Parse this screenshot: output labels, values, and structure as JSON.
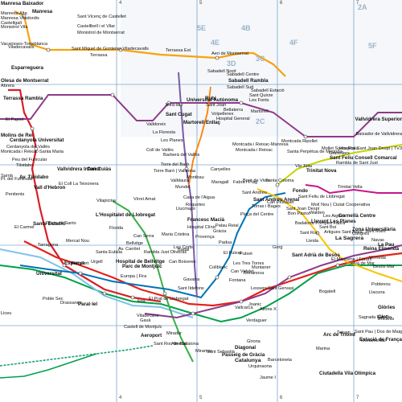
{
  "grid": {
    "columns": [
      "4",
      "5",
      "6",
      "7"
    ],
    "zones": [
      "5E",
      "4E",
      "3D",
      "4B",
      "3C",
      "4F",
      "5F",
      "2A",
      "2C"
    ]
  },
  "colors": {
    "r4": "#f7a30c",
    "r3": "#d91f26",
    "r1": "#7fc3e9",
    "r2": "#00a04a",
    "l1": "#e2231a",
    "l2": "#8e3b8a",
    "l3": "#3aae49",
    "l4": "#f9c300",
    "l5": "#0073b7",
    "fgc_l6": "#7c5ba6",
    "r12": "#c3d400",
    "magenta": "#c6168d",
    "s1": "#ff7f00",
    "grid_line": "#4b7fb6",
    "tram": "#1fa07a"
  },
  "stations": [
    {
      "name": "Manresa Baixador",
      "cls": "b"
    },
    {
      "name": "Manresa",
      "cls": "b"
    },
    {
      "name": "Manresa Alta",
      "cls": ""
    },
    {
      "name": "Sant Vicenç de Castellet",
      "cls": ""
    },
    {
      "name": "Manresa Viladordis",
      "cls": ""
    },
    {
      "name": "Castellbell i el Vilar",
      "cls": ""
    },
    {
      "name": "Castellgalí",
      "cls": ""
    },
    {
      "name": "Monistrol de Montserrat",
      "cls": ""
    },
    {
      "name": "Monistrol Vila",
      "cls": ""
    },
    {
      "name": "Vacarisses-Torreblanca",
      "cls": ""
    },
    {
      "name": "Viladecavalls",
      "cls": ""
    },
    {
      "name": "Sant Miquel de Gonteres Viladecavalls",
      "cls": ""
    },
    {
      "name": "Terrassa",
      "cls": ""
    },
    {
      "name": "Terrassa Est",
      "cls": ""
    },
    {
      "name": "Aeri de Montserrat",
      "cls": ""
    },
    {
      "name": "Esparreguera",
      "cls": "b"
    },
    {
      "name": "Olesa de Montserrat",
      "cls": "b"
    },
    {
      "name": "Abrera",
      "cls": ""
    },
    {
      "name": "Terrassa Rambla",
      "cls": "b"
    },
    {
      "name": "Sabadell Nord",
      "cls": ""
    },
    {
      "name": "Sabadell Centre",
      "cls": ""
    },
    {
      "name": "Sabadell Rambla",
      "cls": "b"
    },
    {
      "name": "Sabadell Sud",
      "cls": ""
    },
    {
      "name": "Sabadell Estació",
      "cls": ""
    },
    {
      "name": "Sant Quirze",
      "cls": ""
    },
    {
      "name": "Les Fonts",
      "cls": ""
    },
    {
      "name": "Rubí",
      "cls": "b"
    },
    {
      "name": "Universitat Autònoma",
      "cls": "b"
    },
    {
      "name": "Bellaterra",
      "cls": ""
    },
    {
      "name": "Sant Joan",
      "cls": ""
    },
    {
      "name": "Volpelleres",
      "cls": ""
    },
    {
      "name": "Hospital General",
      "cls": ""
    },
    {
      "name": "Mira-sol",
      "cls": ""
    },
    {
      "name": "Sant Cugat",
      "cls": "b"
    },
    {
      "name": "Valldoreix",
      "cls": ""
    },
    {
      "name": "La Floresta",
      "cls": ""
    },
    {
      "name": "Les Planes",
      "cls": ""
    },
    {
      "name": "Coll de Vallès",
      "cls": ""
    },
    {
      "name": "Barberà del Vallès",
      "cls": ""
    },
    {
      "name": "Martorell Enllaç",
      "cls": "b"
    },
    {
      "name": "Martorell",
      "cls": ""
    },
    {
      "name": "El Papiol",
      "cls": ""
    },
    {
      "name": "Molins de Rei",
      "cls": "b"
    },
    {
      "name": "Cerdanyola Universitat",
      "cls": "b"
    },
    {
      "name": "Cerdanyola del Vallès",
      "cls": ""
    },
    {
      "name": "Montcada i Reixac-Santa Maria",
      "cls": ""
    },
    {
      "name": "Montcada i Reixac-Manresa",
      "cls": ""
    },
    {
      "name": "Montcada i Reixac",
      "cls": ""
    },
    {
      "name": "Montcada Ripollet",
      "cls": ""
    },
    {
      "name": "Santa Perpètua de Mogoda",
      "cls": ""
    },
    {
      "name": "Mollet Santa Rosa",
      "cls": ""
    },
    {
      "name": "Granollers",
      "cls": ""
    },
    {
      "name": "Sant Feliu Consell Comarcal",
      "cls": "b"
    },
    {
      "name": "Rambla de Sant Just",
      "cls": ""
    },
    {
      "name": "Hospital Sant Joan Despí | TV3",
      "cls": ""
    },
    {
      "name": "Baixador de Vallvidrera",
      "cls": ""
    },
    {
      "name": "Vallvidrera Superior",
      "cls": "b"
    },
    {
      "name": "Peu del Funicular",
      "cls": ""
    },
    {
      "name": "Tibidabo",
      "cls": ""
    },
    {
      "name": "Vallvidrera Inferior",
      "cls": "b"
    },
    {
      "name": "Can Cuiàs",
      "cls": "b"
    },
    {
      "name": "Torre del Baró",
      "cls": ""
    },
    {
      "name": "Torre Baró | Vallbona",
      "cls": ""
    },
    {
      "name": "Montbau",
      "cls": ""
    },
    {
      "name": "Mundet",
      "cls": ""
    },
    {
      "name": "Valldaura",
      "cls": ""
    },
    {
      "name": "Canyelles",
      "cls": ""
    },
    {
      "name": "Casa de l'Aigua",
      "cls": ""
    },
    {
      "name": "Roquetes",
      "cls": ""
    },
    {
      "name": "Via Júlia",
      "cls": ""
    },
    {
      "name": "Trinitat Nova",
      "cls": "b"
    },
    {
      "name": "Trinitat Vella",
      "cls": ""
    },
    {
      "name": "Baró de Viver",
      "cls": ""
    },
    {
      "name": "Santa Coloma",
      "cls": ""
    },
    {
      "name": "Fondo",
      "cls": "b"
    },
    {
      "name": "Sant Feliu de Llobregat",
      "cls": ""
    },
    {
      "name": "Molí Nou | Ciutat Cooperativa",
      "cls": ""
    },
    {
      "name": "Sant Joan Despí",
      "cls": ""
    },
    {
      "name": "Walden",
      "cls": ""
    },
    {
      "name": "Les Aigües",
      "cls": ""
    },
    {
      "name": "Llevant Les Planes",
      "cls": "b"
    },
    {
      "name": "Sant Boi",
      "cls": ""
    },
    {
      "name": "Cornellà Centre",
      "cls": "b"
    },
    {
      "name": "Zona Universitària",
      "cls": "b"
    },
    {
      "name": "Reina Elisenda",
      "cls": "b"
    },
    {
      "name": "Sarrià",
      "cls": ""
    },
    {
      "name": "Pl. del Funicular",
      "cls": ""
    },
    {
      "name": "Av. Tibidabo",
      "cls": "b"
    },
    {
      "name": "Vall d'Hebron",
      "cls": "b"
    },
    {
      "name": "El Coll La Teixonera",
      "cls": ""
    },
    {
      "name": "Penitents",
      "cls": ""
    },
    {
      "name": "El Carmel",
      "cls": ""
    },
    {
      "name": "Vilapicina",
      "cls": ""
    },
    {
      "name": "Virrei Amat",
      "cls": ""
    },
    {
      "name": "Llucmajor",
      "cls": ""
    },
    {
      "name": "Maragall",
      "cls": ""
    },
    {
      "name": "Fabra i Puig",
      "cls": ""
    },
    {
      "name": "Sant Andreu",
      "cls": ""
    },
    {
      "name": "Sant Andreu Arenal",
      "cls": "b"
    },
    {
      "name": "Torras i Bages",
      "cls": ""
    },
    {
      "name": "Can Peixauet",
      "cls": ""
    },
    {
      "name": "Bon Pastor",
      "cls": ""
    },
    {
      "name": "Badalona Pompeu Fabra",
      "cls": ""
    },
    {
      "name": "Artigues Sant Adrià",
      "cls": ""
    },
    {
      "name": "La Sagrera",
      "cls": "big"
    },
    {
      "name": "Congrés",
      "cls": ""
    },
    {
      "name": "Sant Martí",
      "cls": ""
    },
    {
      "name": "Navas",
      "cls": ""
    },
    {
      "name": "La Pau",
      "cls": "b"
    },
    {
      "name": "Verneda",
      "cls": ""
    },
    {
      "name": "Besòs Mar",
      "cls": ""
    },
    {
      "name": "Gorg",
      "cls": ""
    },
    {
      "name": "Sant Roc",
      "cls": ""
    },
    {
      "name": "Lleida",
      "cls": ""
    },
    {
      "name": "Sant Adrià de Besòs",
      "cls": "b"
    },
    {
      "name": "El Maresme | Fòrum",
      "cls": ""
    },
    {
      "name": "Selva de Mar",
      "cls": ""
    },
    {
      "name": "Poblenou",
      "cls": ""
    },
    {
      "name": "Llacuna",
      "cls": ""
    },
    {
      "name": "Bogatell",
      "cls": ""
    },
    {
      "name": "Glòries",
      "cls": "b"
    },
    {
      "name": "Clot",
      "cls": "b"
    },
    {
      "name": "Encants",
      "cls": ""
    },
    {
      "name": "Sagrada Família",
      "cls": ""
    },
    {
      "name": "Sant Pau | Dos de Maig",
      "cls": ""
    },
    {
      "name": "Monumental",
      "cls": ""
    },
    {
      "name": "Tetuan",
      "cls": ""
    },
    {
      "name": "Arc de Triomf",
      "cls": "b"
    },
    {
      "name": "Marina",
      "cls": ""
    },
    {
      "name": "Ciutadella Vila Olímpica",
      "cls": "b"
    },
    {
      "name": "Estació de França",
      "cls": "b"
    },
    {
      "name": "Barceloneta",
      "cls": ""
    },
    {
      "name": "Jaume I",
      "cls": ""
    },
    {
      "name": "Urquinaona",
      "cls": ""
    },
    {
      "name": "Catalunya",
      "cls": "big"
    },
    {
      "name": "Passeig de Gràcia",
      "cls": "b"
    },
    {
      "name": "Diagonal",
      "cls": "b"
    },
    {
      "name": "Verdaguer",
      "cls": ""
    },
    {
      "name": "Girona",
      "cls": ""
    },
    {
      "name": "Joanic",
      "cls": ""
    },
    {
      "name": "Alfons X",
      "cls": ""
    },
    {
      "name": "Fontana",
      "cls": ""
    },
    {
      "name": "Lesseps",
      "cls": ""
    },
    {
      "name": "Vallcarca",
      "cls": ""
    },
    {
      "name": "Sant Gervasi",
      "cls": ""
    },
    {
      "name": "Muntaner",
      "cls": ""
    },
    {
      "name": "Bonanova",
      "cls": ""
    },
    {
      "name": "Les Tres Torres",
      "cls": ""
    },
    {
      "name": "Putxet",
      "cls": ""
    },
    {
      "name": "El Putxet",
      "cls": ""
    },
    {
      "name": "Padua",
      "cls": ""
    },
    {
      "name": "Gràcia",
      "cls": ""
    },
    {
      "name": "Provença",
      "cls": ""
    },
    {
      "name": "Hospital Clínic",
      "cls": ""
    },
    {
      "name": "Francesc Macià",
      "cls": "b"
    },
    {
      "name": "Maria Cristina",
      "cls": ""
    },
    {
      "name": "Les Corts",
      "cls": ""
    },
    {
      "name": "Palau Reial",
      "cls": ""
    },
    {
      "name": "Plaça del Centre",
      "cls": ""
    },
    {
      "name": "Badal",
      "cls": ""
    },
    {
      "name": "Collblanc",
      "cls": ""
    },
    {
      "name": "Can Vidalet",
      "cls": ""
    },
    {
      "name": "Sant Ildefons",
      "cls": ""
    },
    {
      "name": "Gavarra",
      "cls": ""
    },
    {
      "name": "Can Boixeres",
      "cls": ""
    },
    {
      "name": "Rambla Just Oliveras",
      "cls": ""
    },
    {
      "name": "Can Serra",
      "cls": ""
    },
    {
      "name": "Florida",
      "cls": ""
    },
    {
      "name": "L'Hospitalet de Llobregat",
      "cls": "b"
    },
    {
      "name": "Hospital de Bellvitge",
      "cls": "b"
    },
    {
      "name": "Bellvitge",
      "cls": ""
    },
    {
      "name": "Av. Carrilet",
      "cls": ""
    },
    {
      "name": "Santa Eulàlia",
      "cls": ""
    },
    {
      "name": "Mercat Nou",
      "cls": ""
    },
    {
      "name": "Plaça de Sants",
      "cls": ""
    },
    {
      "name": "Sants Estació",
      "cls": "b"
    },
    {
      "name": "Tarragona",
      "cls": ""
    },
    {
      "name": "Espanya",
      "cls": "b"
    },
    {
      "name": "Rocafort",
      "cls": ""
    },
    {
      "name": "Urgell",
      "cls": ""
    },
    {
      "name": "Universitat",
      "cls": "b"
    },
    {
      "name": "Liceu",
      "cls": ""
    },
    {
      "name": "Drassanes",
      "cls": ""
    },
    {
      "name": "Paral·lel",
      "cls": "b"
    },
    {
      "name": "Poble Sec",
      "cls": ""
    },
    {
      "name": "Parc de Montjuïc",
      "cls": "b"
    },
    {
      "name": "Europa | Fira",
      "cls": ""
    },
    {
      "name": "Fira",
      "cls": ""
    },
    {
      "name": "El Prat de Llobregat",
      "cls": ""
    },
    {
      "name": "Viladecans",
      "cls": ""
    },
    {
      "name": "Gavà",
      "cls": ""
    },
    {
      "name": "Aeroport",
      "cls": "b"
    },
    {
      "name": "Castell de Montjuïc",
      "cls": ""
    },
    {
      "name": "Mirador",
      "cls": ""
    },
    {
      "name": "Miramar",
      "cls": ""
    },
    {
      "name": "Sant Sebastià",
      "cls": ""
    },
    {
      "name": "Almeda",
      "cls": ""
    },
    {
      "name": "Sant Roc de Badalona",
      "cls": ""
    }
  ]
}
